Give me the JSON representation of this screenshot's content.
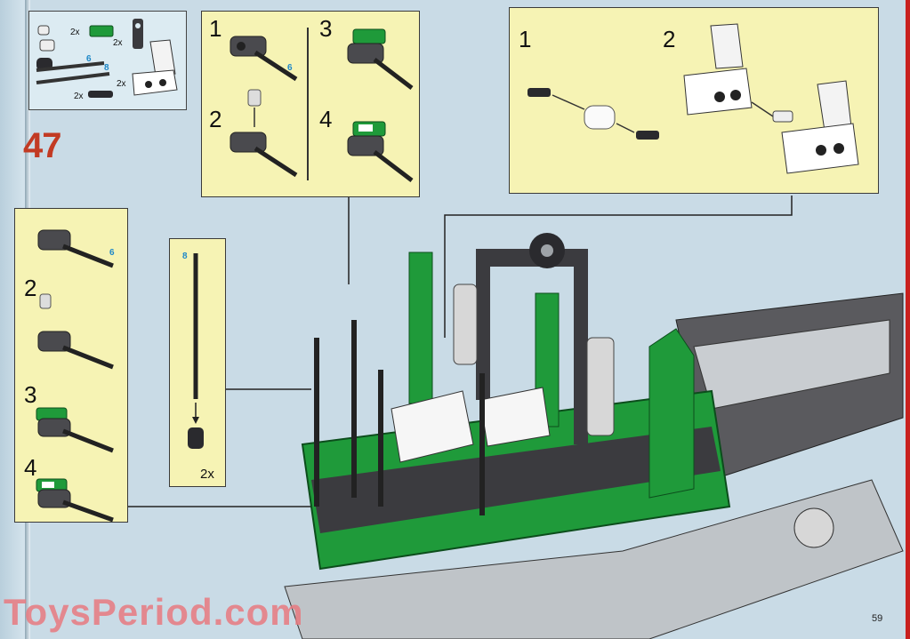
{
  "step_number": "47",
  "page_number": "59",
  "watermark": "ToysPeriod.com",
  "parts_list": {
    "qty_green_tile": "2x",
    "qty_pin_connector": "2x",
    "qty_seat": "2x",
    "qty_axle_pin": "2x",
    "axle_len_a": "6",
    "axle_len_b": "8"
  },
  "subassembly_a": {
    "steps": [
      "1",
      "2",
      "3",
      "4"
    ],
    "axle_len": "6"
  },
  "subassembly_b": {
    "steps": [
      "1",
      "2"
    ]
  },
  "side_column": {
    "steps": [
      "2",
      "3",
      "4"
    ],
    "axle_len": "6"
  },
  "axle_callout": {
    "axle_len": "8",
    "qty": "2x"
  },
  "colors": {
    "panel": "#f6f3b4",
    "background": "#c9dbe6",
    "green": "#1f9a3a",
    "dark_gray": "#4a4a4e",
    "accent_red": "#c23a23"
  }
}
